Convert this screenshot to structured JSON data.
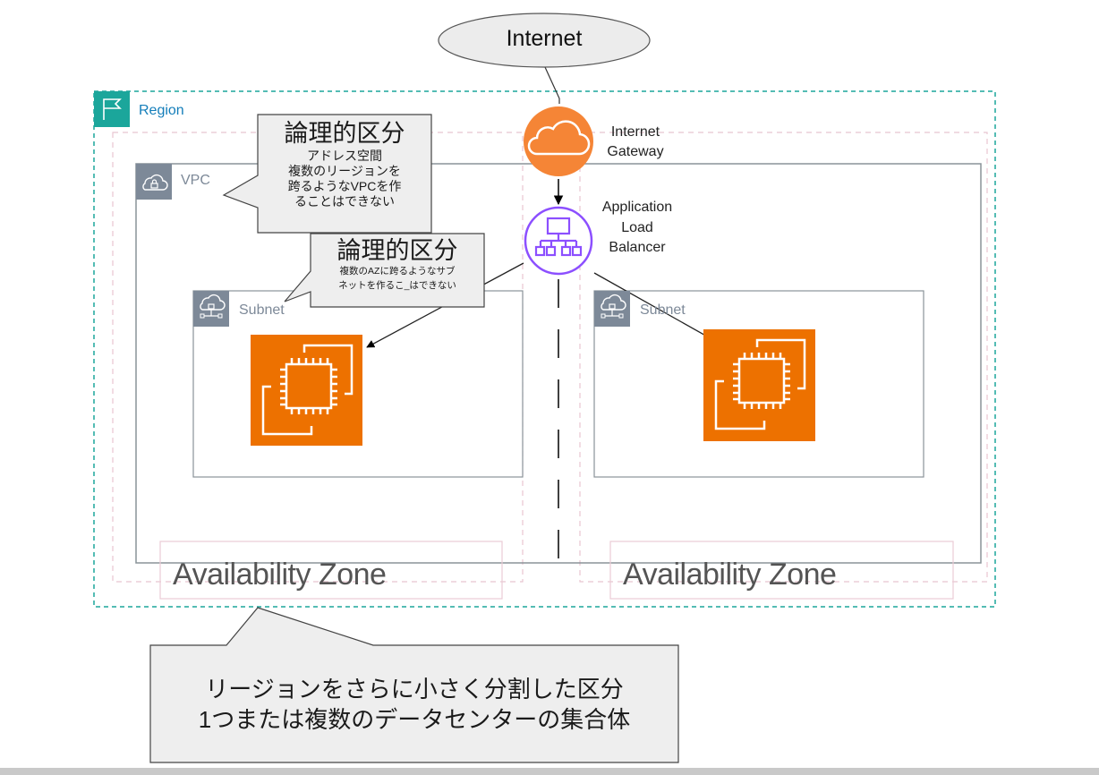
{
  "diagram": {
    "internet": {
      "label": "Internet"
    },
    "region": {
      "label": "Region",
      "icon": "flag-icon",
      "color": "#1BA69B"
    },
    "vpc": {
      "label": "VPC",
      "icon": "cloud-lock-icon"
    },
    "subnets": [
      {
        "label": "Subnet",
        "icon": "cloud-network-icon"
      },
      {
        "label": "Subnet",
        "icon": "cloud-network-icon"
      }
    ],
    "availability_zones": [
      {
        "label": "Availability Zone"
      },
      {
        "label": "Availability Zone"
      }
    ],
    "internet_gateway": {
      "label_line1": "Internet",
      "label_line2": "Gateway",
      "icon": "cloud-icon",
      "color": "#F58536"
    },
    "load_balancer": {
      "label_line1": "Application",
      "label_line2": "Load",
      "label_line3": "Balancer",
      "icon": "hierarchy-icon",
      "color": "#8C4FFF"
    },
    "ec2_instances": [
      {
        "icon": "ec2-instances-icon",
        "color": "#ED7100"
      },
      {
        "icon": "ec2-instances-icon",
        "color": "#ED7100"
      }
    ],
    "callouts": {
      "vpc": {
        "title": "論理的区分",
        "lines": [
          "アドレス空間",
          "複数のリージョンを",
          "跨るようなVPCを作",
          "ることはできない"
        ]
      },
      "subnet": {
        "title": "論理的区分",
        "lines": [
          "複数のAZに跨るようなサブ",
          "ネットを作るこ_はできない"
        ]
      },
      "az": {
        "lines": [
          "リージョンをさらに小さく分割した区分",
          "1つまたは複数のデータセンターの集合体"
        ]
      }
    }
  }
}
